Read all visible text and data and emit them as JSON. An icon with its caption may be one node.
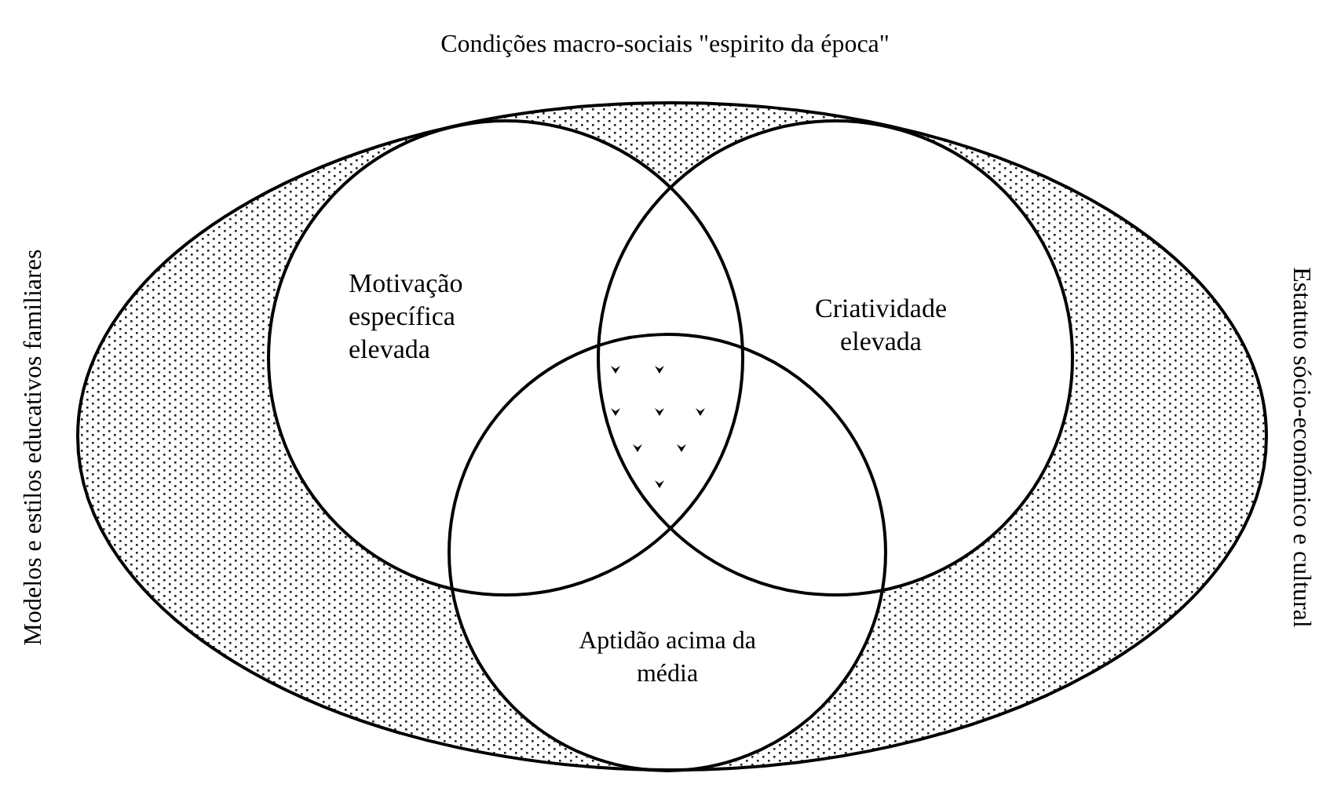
{
  "diagram": {
    "title": "Condições macro-sociais \"espirito da época\"",
    "nodes": [
      {
        "text": [],
        "shape": "ellipse"
      },
      {
        "text": [
          "Motivação específica elevada"
        ],
        "in": 0
      },
      {
        "text": [
          "Criatividade elevada"
        ],
        "in": 0
      },
      {
        "text": [
          "Aptidão acima da média"
        ],
        "in": 0
      }
    ],
    "edges": [],
    "labels": [
      "Modelos e estilos educativos familiares",
      "Estatuto sócio-económico e cultural"
    ]
  }
}
